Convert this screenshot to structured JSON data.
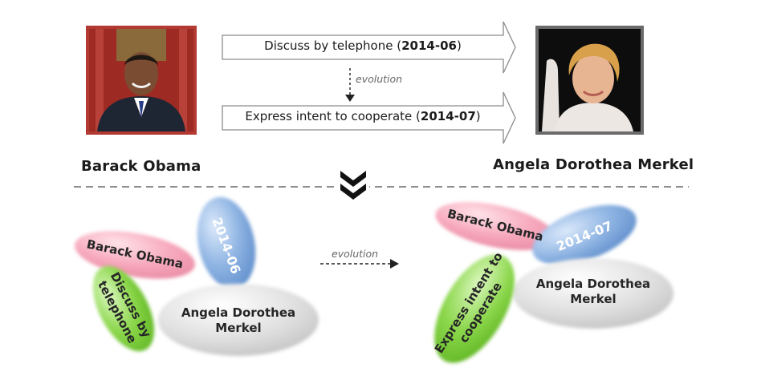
{
  "top": {
    "subject": {
      "name": "Barack Obama"
    },
    "object": {
      "name": "Angela Dorothea Merkel"
    },
    "relation1": {
      "text": "Discuss by telephone (",
      "date": "2014-06",
      "close": ")"
    },
    "relation2": {
      "text": "Express intent to cooperate (",
      "date": "2014-07",
      "close": ")"
    },
    "evolution_label": "evolution"
  },
  "bottom": {
    "left": {
      "subject": "Barack Obama",
      "time": "2014-06",
      "relation_line1": "Discuss by",
      "relation_line2": "telephone",
      "object_line1": "Angela Dorothea",
      "object_line2": "Merkel"
    },
    "evolution_label": "evolution",
    "right": {
      "subject": "Barack Obama",
      "time": "2014-07",
      "relation_line1": "Express intent to",
      "relation_line2": "cooperate",
      "object_line1": "Angela Dorothea",
      "object_line2": "Merkel"
    }
  },
  "colors": {
    "pink": "#f2a0b4",
    "blue": "#7da7d9",
    "green": "#7ed33a",
    "gray": "#d5d5d5",
    "obama_frame": "#b23a32",
    "merkel_frame": "#6b6b6b"
  }
}
